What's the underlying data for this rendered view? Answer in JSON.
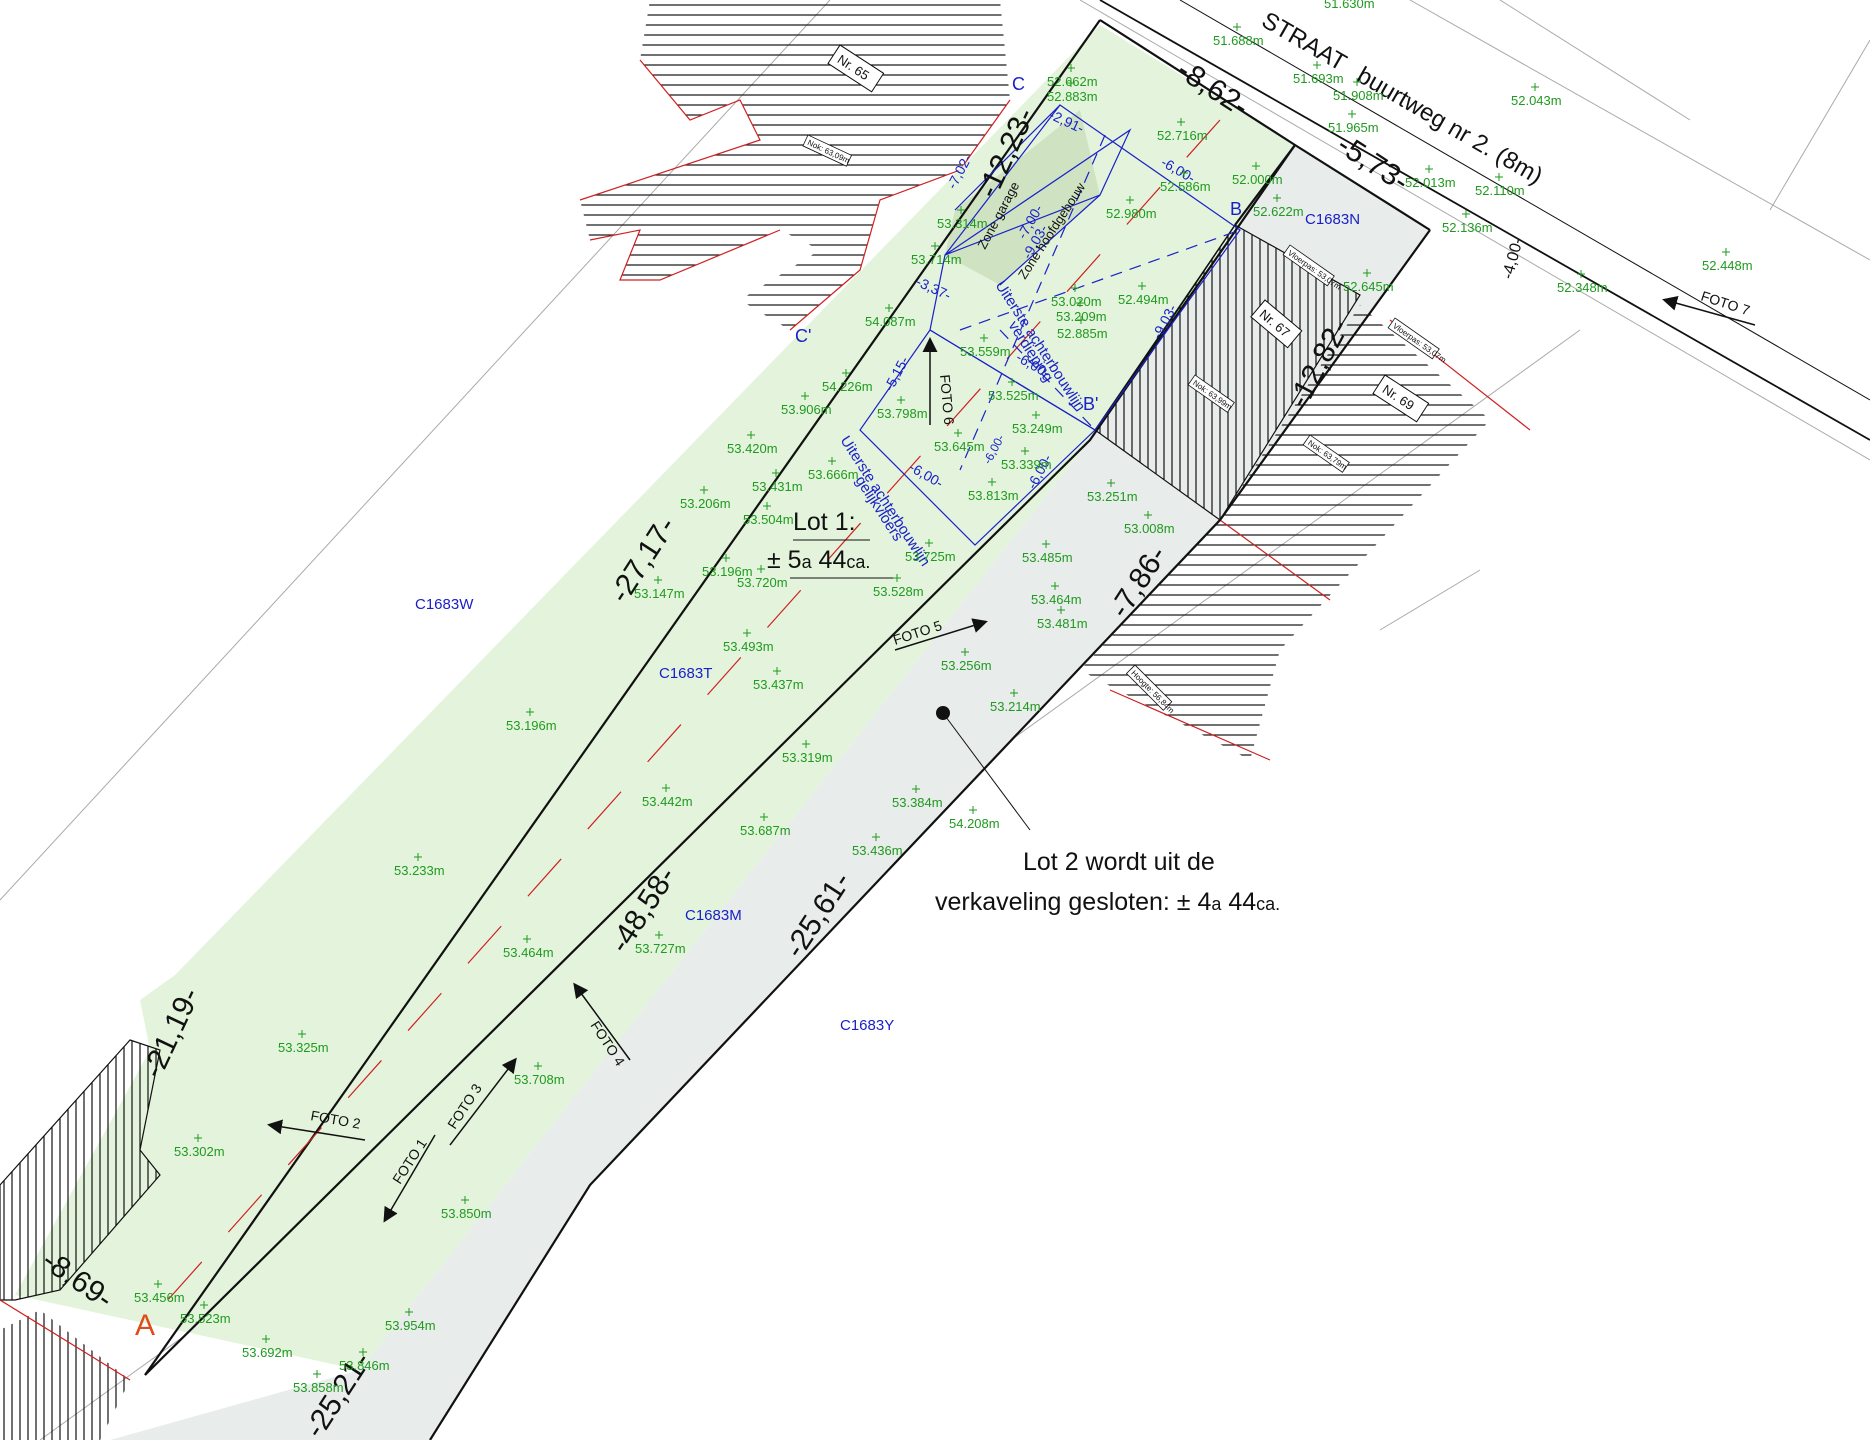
{
  "street": "STRAAT",
  "street_rest": "buurtweg nr 2. (8m)",
  "lot1_title": "Lot 1:",
  "lot1_area_prefix": "± 5",
  "lot1_area_a": "a",
  "lot1_area_num": " 44",
  "lot1_area_ca": "ca.",
  "lot2_line1": "Lot 2 wordt uit de",
  "lot2_line2_prefix": "verkaveling gesloten: ± 4",
  "lot2_line2_a": "a",
  "lot2_line2_num": " 44",
  "lot2_line2_ca": "ca.",
  "parcels": [
    "C1683W",
    "C1683T",
    "C1683M",
    "C1683Y",
    "C1683N"
  ],
  "house_numbers": [
    "Nr. 65",
    "Nr. 67",
    "Nr. 69"
  ],
  "dimensions": [
    "-8,62-",
    "-5,73-",
    "-12,23-",
    "-12,82-",
    "-27,17-",
    "-7,86-",
    "-48,58-",
    "-25,61-",
    "-21,19-",
    "-8,69-",
    "-25,21-",
    "-4,00-"
  ],
  "blue_dimensions": [
    "-2,91-",
    "-7,02-",
    "-7,00-",
    "-9,03-",
    "-3,37-",
    "-6,00-",
    "-5,15-",
    "-6,00-",
    "-9,03-",
    "-6,00-",
    "-6,00-",
    "-6,00-"
  ],
  "zone_labels": [
    "Zone garage",
    "Zone hoofdgebouw",
    "Uiterste achterbouwlijn",
    "verdieping",
    "Uiterste achterbouwlijn",
    "gelijkvloers"
  ],
  "points": [
    "A",
    "B",
    "B'",
    "C",
    "C'"
  ],
  "photos": [
    "FOTO 1",
    "FOTO 2",
    "FOTO 3",
    "FOTO 4",
    "FOTO 5",
    "FOTO 6",
    "FOTO 7"
  ],
  "small_labels": [
    "Nok: 63,09m",
    "Nok: 63,99m",
    "Nok: 63,79m",
    "Vloerpas: 53,07m",
    "Vloerpas: 53,07m",
    "Hoogte: 56,84m"
  ],
  "elevations": [
    "51.630m",
    "51.688m",
    "51.693m",
    "51.908m",
    "52.043m",
    "51.965m",
    "52.013m",
    "52.110m",
    "52.136m",
    "52.448m",
    "52.348m",
    "52.662m",
    "52.883m",
    "52.716m",
    "52.586m",
    "52.000m",
    "52.622m",
    "52.645m",
    "52.980m",
    "53.314m",
    "53.714m",
    "52.494m",
    "53.020m",
    "53.209m",
    "52.885m",
    "54.087m",
    "53.559m",
    "53.525m",
    "54.226m",
    "53.906m",
    "53.798m",
    "53.249m",
    "53.420m",
    "53.645m",
    "53.339m",
    "53.431m",
    "53.666m",
    "53.813m",
    "53.251m",
    "53.206m",
    "53.504m",
    "53.008m",
    "53.725m",
    "53.485m",
    "53.196m",
    "53.720m",
    "53.528m",
    "53.147m",
    "53.464m",
    "53.481m",
    "53.493m",
    "53.256m",
    "53.437m",
    "53.214m",
    "53.196m",
    "53.319m",
    "53.442m",
    "53.384m",
    "53.687m",
    "54.208m",
    "53.436m",
    "53.233m",
    "53.464m",
    "53.727m",
    "53.325m",
    "53.708m",
    "53.302m",
    "53.850m",
    "53.456m",
    "53.523m",
    "53.954m",
    "53.692m",
    "53.846m",
    "53.858m"
  ]
}
